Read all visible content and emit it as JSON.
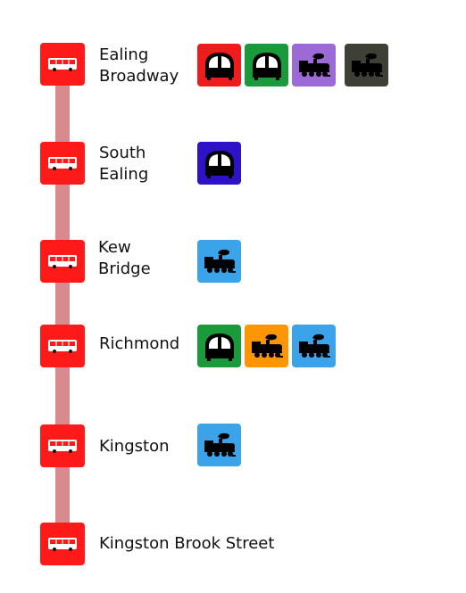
{
  "colors": {
    "bus": "#ff1a1a",
    "route_line": "#d98a8f",
    "red": "#ee1c1c",
    "green": "#1a9a3a",
    "purple": "#9b6ad6",
    "dark_olive": "#3e3f35",
    "navy_blue": "#2e12c6",
    "sky_blue": "#3aa3ea",
    "orange": "#ff9500"
  },
  "stops": [
    {
      "name": "Ealing\nBroadway",
      "connections": [
        {
          "icon": "tube-icon",
          "color": "red"
        },
        {
          "icon": "tube-icon",
          "color": "green"
        },
        {
          "icon": "train-icon",
          "color": "purple"
        },
        {
          "icon": "train-icon",
          "color": "dark_olive"
        }
      ]
    },
    {
      "name": "South\nEaling",
      "connections": [
        {
          "icon": "tube-icon",
          "color": "navy_blue"
        }
      ]
    },
    {
      "name": "Kew\nBridge",
      "connections": [
        {
          "icon": "train-icon",
          "color": "sky_blue"
        }
      ]
    },
    {
      "name": "Richmond",
      "connections": [
        {
          "icon": "tube-icon",
          "color": "green"
        },
        {
          "icon": "train-icon",
          "color": "orange"
        },
        {
          "icon": "train-icon",
          "color": "sky_blue"
        }
      ]
    },
    {
      "name": "Kingston",
      "connections": [
        {
          "icon": "train-icon",
          "color": "sky_blue"
        }
      ]
    },
    {
      "name": "Kingston Brook Street",
      "connections": []
    }
  ]
}
